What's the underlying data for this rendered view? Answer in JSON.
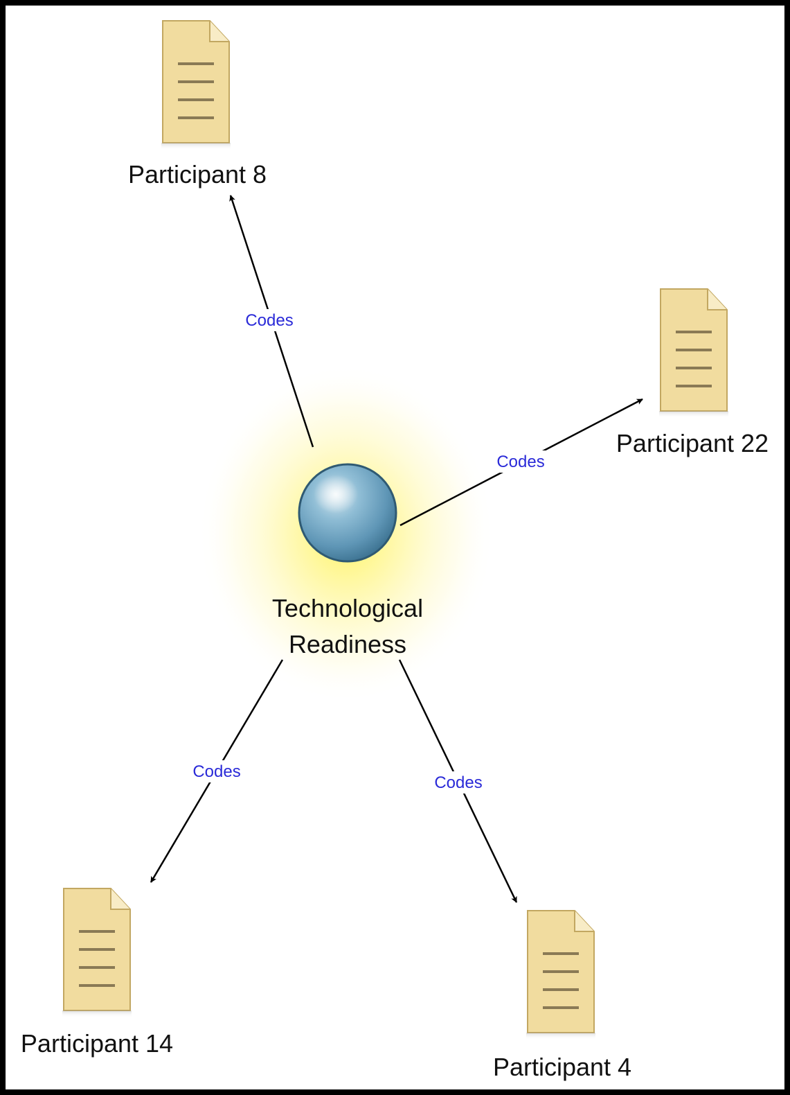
{
  "diagram": {
    "center": {
      "label_line1": "Technological",
      "label_line2": "Readiness",
      "glow_color": "#fff6a0",
      "sphere_color": "#6fa6c4"
    },
    "documents": [
      {
        "id": "p8",
        "label": "Participant 8"
      },
      {
        "id": "p22",
        "label": "Participant 22"
      },
      {
        "id": "p14",
        "label": "Participant 14"
      },
      {
        "id": "p4",
        "label": "Participant 4"
      }
    ],
    "edges": [
      {
        "from": "center",
        "to": "p8",
        "label": "Codes"
      },
      {
        "from": "center",
        "to": "p22",
        "label": "Codes"
      },
      {
        "from": "center",
        "to": "p14",
        "label": "Codes"
      },
      {
        "from": "center",
        "to": "p4",
        "label": "Codes"
      }
    ],
    "colors": {
      "document_fill": "#f1dc9f",
      "document_stroke": "#c2a761",
      "document_lines": "#8a7a55",
      "edge_color": "#000000",
      "edge_label_color": "#2a2ad8"
    }
  }
}
